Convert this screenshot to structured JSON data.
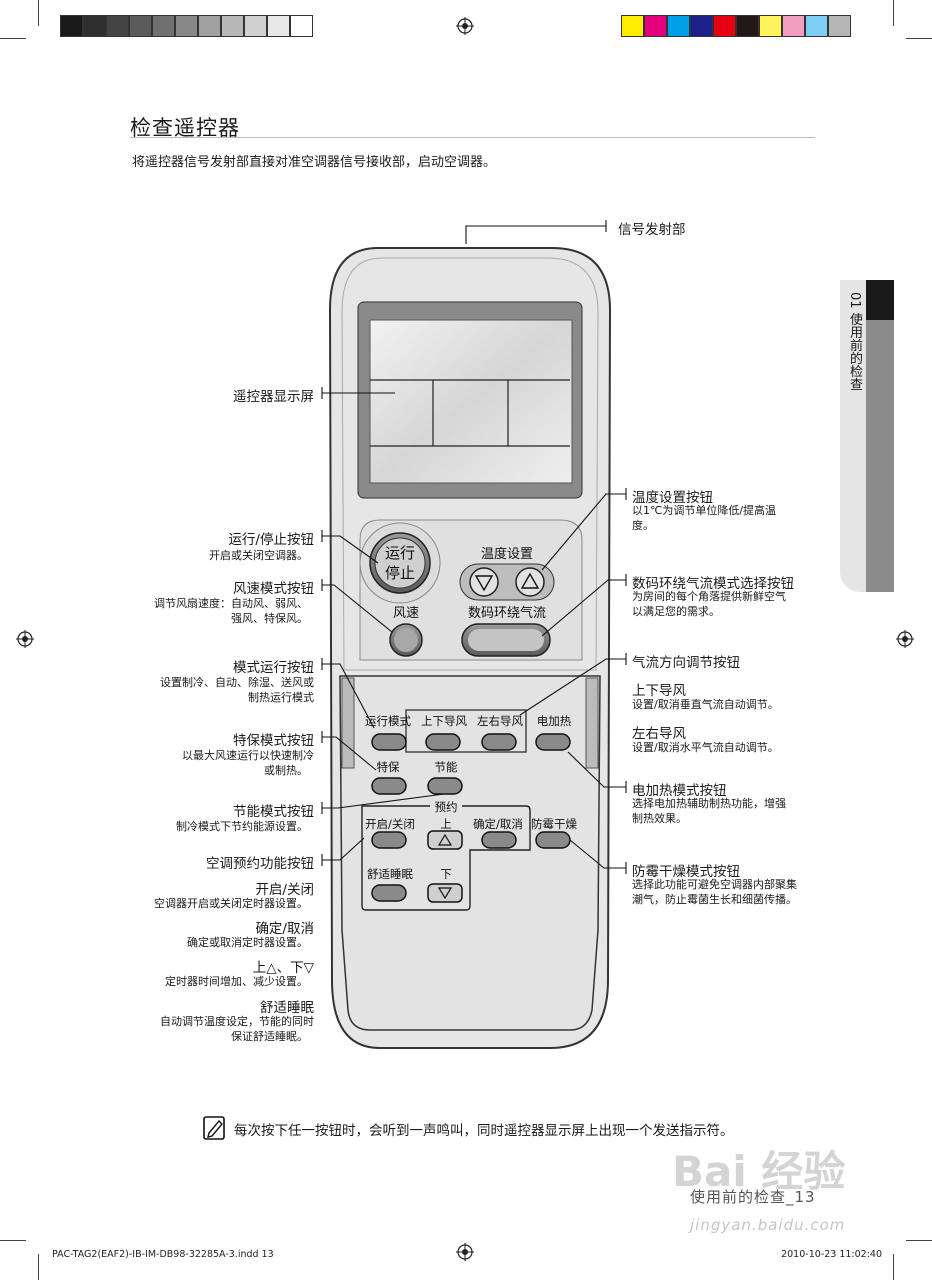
{
  "page": {
    "title": "检查遥控器",
    "intro": "将遥控器信号发射部直接对准空调器信号接收部，启动空调器。",
    "side_tab": "01 使用前的检查",
    "note": "每次按下任一按钮时，会听到一声鸣叫，同时遥控器显示屏上出现一个发送指示符。",
    "page_footer": "使用前的检查_13",
    "footer_left": "PAC-TAG2(EAF2)-IB-IM-DB98-32285A-3.indd   13",
    "footer_right": "2010-10-23   11:02:40",
    "watermark": "Bai 经验",
    "watermark_url": "jingyan.baidu.com"
  },
  "colors": {
    "gray_bar": [
      "#1a1a1a",
      "#2e2e2e",
      "#444444",
      "#5a5a5a",
      "#707070",
      "#888888",
      "#a0a0a0",
      "#b8b8b8",
      "#d0d0d0",
      "#e8e8e8",
      "#ffffff"
    ],
    "color_bar": [
      "#ffed00",
      "#e6007e",
      "#00a0e9",
      "#1d2088",
      "#e60012",
      "#231815",
      "#fff45c",
      "#f19ec2",
      "#7ecef4",
      "#b5b5b6"
    ],
    "remote_body": "#e6e6e6",
    "screen_bg": "#d9d9d9"
  },
  "remote": {
    "btn_run_stop": [
      "运行",
      "停止"
    ],
    "temp_set": "温度设置",
    "fan_speed": "风速",
    "digital_airflow": "数码环绕气流",
    "mode": "运行模式",
    "updown": "上下导风",
    "leftright": "左右导风",
    "heater": "电加热",
    "turbo": "特保",
    "energy": "节能",
    "timer": "预约",
    "onoff": "开启/关闭",
    "up": "上",
    "confirm": "确定/取消",
    "antimold": "防霉干燥",
    "sleep": "舒适睡眠",
    "down": "下"
  },
  "left_callouts": {
    "display": "遥控器显示屏",
    "run_stop": {
      "title": "运行/停止按钮",
      "desc": "开启或关闭空调器。"
    },
    "fan": {
      "title": "风速模式按钮",
      "desc1": "调节风扇速度：自动风、弱风、",
      "desc2": "强风、特保风。"
    },
    "mode": {
      "title": "模式运行按钮",
      "desc1": "设置制冷、自动、除湿、送风或",
      "desc2": "制热运行模式"
    },
    "turbo": {
      "title": "特保模式按钮",
      "desc1": "以最大风速运行以快速制冷",
      "desc2": "或制热。"
    },
    "energy": {
      "title": "节能模式按钮",
      "desc": "制冷模式下节约能源设置。"
    },
    "timer": {
      "title": "空调预约功能按钮"
    },
    "onoff": {
      "title": "开启/关闭",
      "desc": "空调器开启或关闭定时器设置。"
    },
    "confirm": {
      "title": "确定/取消",
      "desc": "确定或取消定时器设置。"
    },
    "updown_arrows": {
      "title": "上△、下▽",
      "desc": "定时器时间增加、减少设置。"
    },
    "sleep": {
      "title": "舒适睡眠",
      "desc1": "自动调节温度设定，节能的同时",
      "desc2": "保证舒适睡眠。"
    }
  },
  "right_callouts": {
    "emitter": "信号发射部",
    "temp": {
      "title": "温度设置按钮",
      "desc1": "以1℃为调节单位降低/提高温",
      "desc2": "度。"
    },
    "digital": {
      "title": "数码环绕气流模式选择按钮",
      "desc1": "为房间的每个角落提供新鲜空气",
      "desc2": "以满足您的需求。"
    },
    "airflow": {
      "title": "气流方向调节按钮"
    },
    "updown": {
      "title": "上下导风",
      "desc": "设置/取消垂直气流自动调节。"
    },
    "leftright": {
      "title": "左右导风",
      "desc": "设置/取消水平气流自动调节。"
    },
    "heater": {
      "title": "电加热模式按钮",
      "desc1": "选择电加热辅助制热功能，增强",
      "desc2": "制热效果。"
    },
    "antimold": {
      "title": "防霉干燥模式按钮",
      "desc1": "选择此功能可避免空调器内部聚集",
      "desc2": "潮气，防止霉菌生长和细菌传播。"
    }
  }
}
